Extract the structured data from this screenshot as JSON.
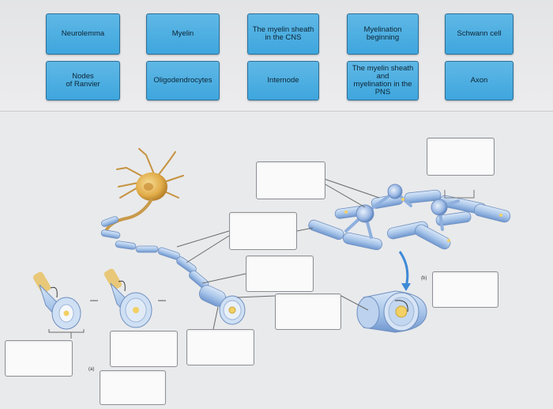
{
  "word_bank": [
    "Neurolemma",
    "Myelin",
    "The myelin sheath\nin the CNS",
    "Myelination\nbeginning",
    "Schwann cell",
    "Nodes\nof Ranvier",
    "Oligodendrocytes",
    "Internode",
    "The myelin sheath\nand\nmyelination in the\nPNS",
    "Axon"
  ],
  "panel_labels": {
    "a": "(a)",
    "b": "(b)"
  },
  "colors": {
    "tile": "#4aaee2",
    "axon": "#9fc0e6",
    "neuron_body": "#e0b25a",
    "node_yellow": "#f2d064",
    "arrow": "#3f8ad6"
  }
}
